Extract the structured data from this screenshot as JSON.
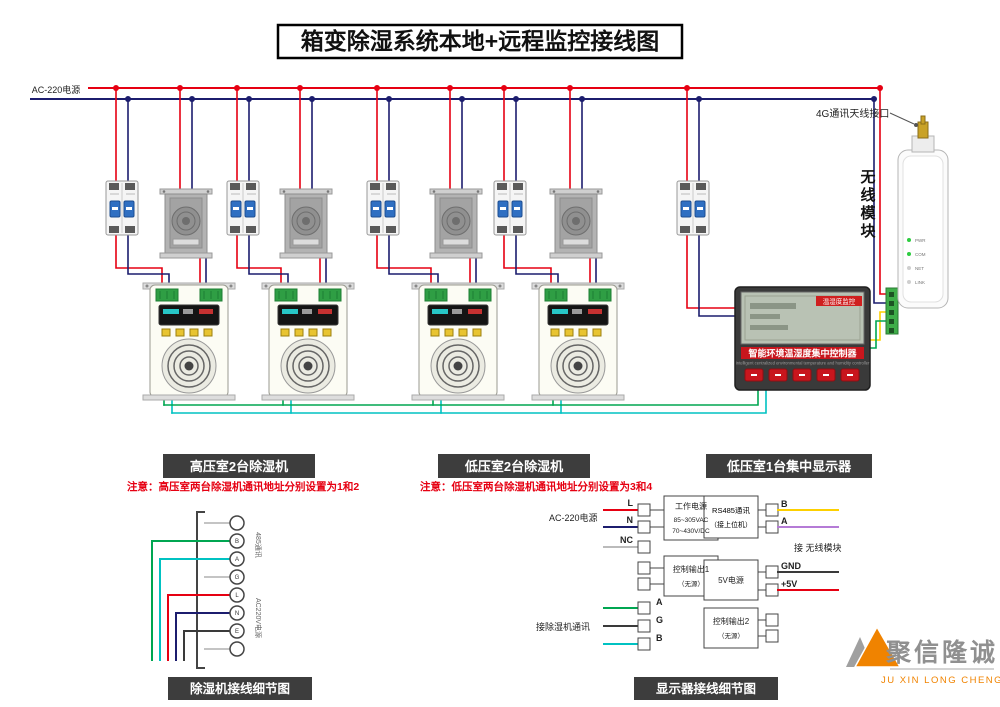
{
  "title": "箱变除湿系统本地+远程监控接线图",
  "colors": {
    "red_wire": "#e60012",
    "blue_wire": "#1c1d6e",
    "green_wire": "#00a651",
    "cyan_wire": "#00c2c2",
    "yellow_wire": "#fdd000",
    "purple_wire": "#b57bd6",
    "black_wire": "#3a3a3a",
    "accent_orange": "#f08300",
    "label_bg": "#3d3d3d"
  },
  "power_bus": {
    "label": "AC-220电源"
  },
  "wireless_module": {
    "title": "无线模块",
    "antenna_label": "4G通讯天线接口",
    "leds": [
      "PWR",
      "COM",
      "NET",
      "LINK"
    ]
  },
  "controller": {
    "badge": "温湿度监控",
    "banner": "智能环境温湿度集中控制器",
    "subtitle": "Intelligent centralized environmental temperature and humidity controller"
  },
  "sections": {
    "high_voltage_label": "高压室2台除湿机",
    "high_voltage_note": "注意：高压室两台除湿机通讯地址分别设置为1和2",
    "low_voltage_label": "低压室2台除湿机",
    "low_voltage_note": "注意：低压室两台除湿机通讯地址分别设置为3和4",
    "display_label": "低压室1台集中显示器"
  },
  "detail_titles": {
    "dehumidifier": "除湿机接线细节图",
    "display": "显示器接线细节图"
  },
  "dehumidifier_detail": {
    "comm_group": "485通讯",
    "power_group": "AC220V电源",
    "terminals": [
      "",
      "B",
      "A",
      "G",
      "L",
      "N",
      "E",
      ""
    ]
  },
  "display_detail": {
    "ac_label": "AC-220电源",
    "left_terminals": [
      "L",
      "N",
      "NC",
      "",
      "",
      "A",
      "G",
      "B"
    ],
    "power_box": [
      "工作电源",
      "85~305VAC",
      "70~430V/DC"
    ],
    "ctrl1_box": [
      "控制输出1",
      "（无源）"
    ],
    "dehu_comm_label": "接除湿机通讯",
    "right_terminals": [
      "B",
      "A",
      "GND",
      "+5V"
    ],
    "rs485_box": [
      "RS485通讯",
      "（接上位机）"
    ],
    "v5_box": "5V电源",
    "wireless_label": "接 无线模块",
    "ctrl2_box": [
      "控制输出2",
      "（无源）"
    ]
  },
  "logo": {
    "cn": "聚信隆诚",
    "en": "JU XIN LONG CHENG"
  }
}
